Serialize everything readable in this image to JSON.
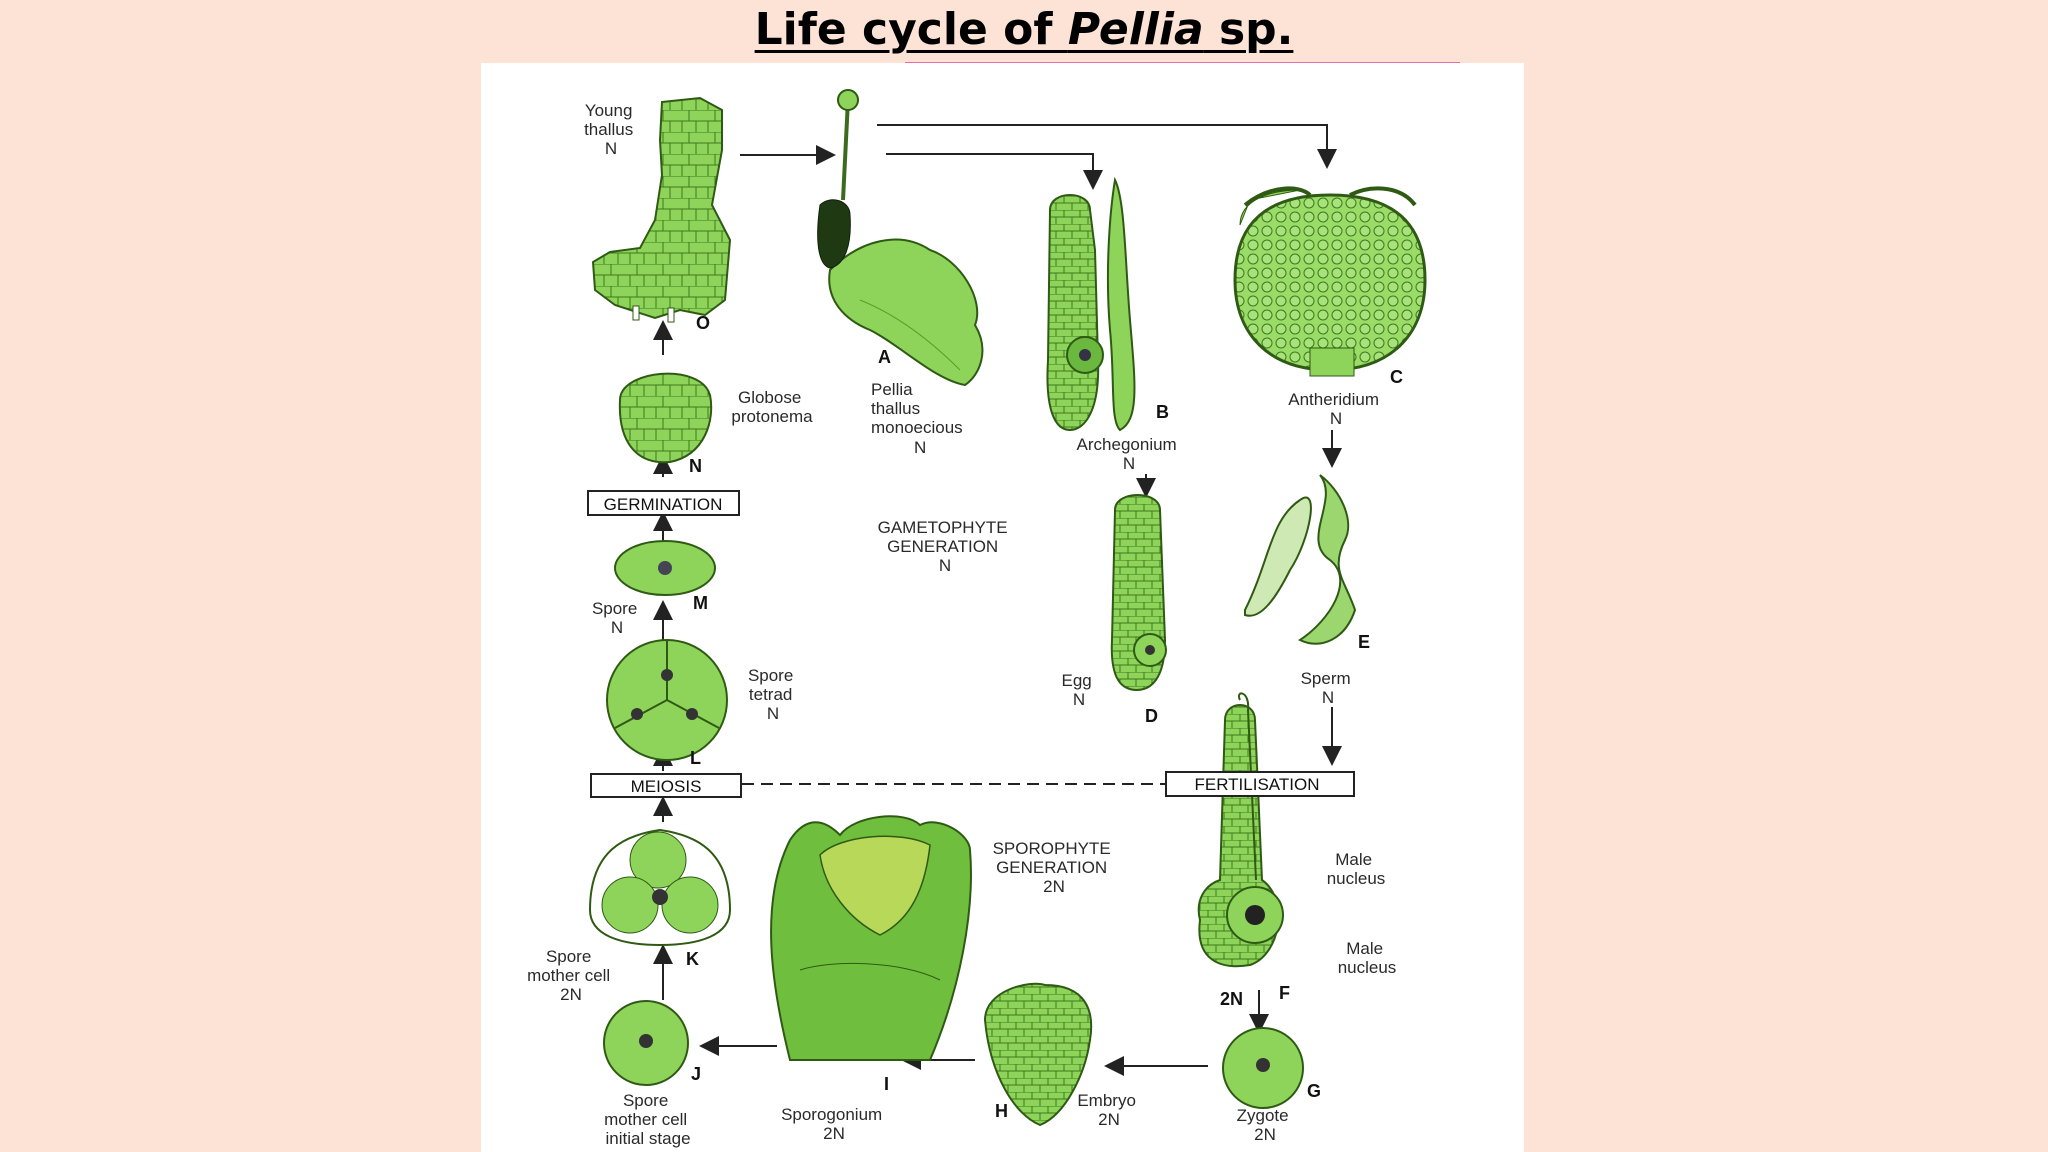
{
  "slide": {
    "title_prefix": "Life cycle of ",
    "title_italic": "Pellia",
    "title_suffix": " sp."
  },
  "diagram": {
    "stages": {
      "O": {
        "letter": "O",
        "label": [
          "Young",
          "thallus",
          "N"
        ]
      },
      "A": {
        "letter": "A",
        "label": [
          "Pellia",
          "thallus",
          "monoecious",
          "N"
        ]
      },
      "B": {
        "letter": "B",
        "label": [
          "Archegonium",
          "N"
        ]
      },
      "C": {
        "letter": "C",
        "label": [
          "Antheridium",
          "N"
        ]
      },
      "N": {
        "letter": "N",
        "label": [
          "Globose",
          "protonema"
        ]
      },
      "M": {
        "letter": "M",
        "label": [
          "Spore",
          "N"
        ]
      },
      "L": {
        "letter": "L",
        "label": [
          "Spore",
          "tetrad",
          "N"
        ]
      },
      "D": {
        "letter": "D",
        "label": [
          "Egg",
          "N"
        ]
      },
      "E": {
        "letter": "E",
        "label": [
          "Sperm",
          "N"
        ]
      },
      "F": {
        "letter": "F",
        "label": [
          "2N"
        ]
      },
      "K": {
        "letter": "K",
        "label": [
          "Spore",
          "mother cell",
          "2N"
        ]
      },
      "J": {
        "letter": "J",
        "label": [
          "Spore",
          "mother cell",
          "initial stage"
        ]
      },
      "I": {
        "letter": "I",
        "label": [
          "Sporogonium",
          "2N"
        ]
      },
      "H": {
        "letter": "H",
        "label": [
          "Embryo",
          "2N"
        ]
      },
      "G": {
        "letter": "G",
        "label": [
          "Zygote",
          "2N"
        ]
      }
    },
    "male_nucleus_1": [
      "Male",
      "nucleus"
    ],
    "male_nucleus_2": [
      "Male",
      "nucleus"
    ],
    "gametophyte": [
      "GAMETOPHYTE",
      "GENERATION",
      "N"
    ],
    "sporophyte": [
      "SPOROPHYTE",
      "GENERATION",
      "2N"
    ],
    "boxes": {
      "germination": "GERMINATION",
      "meiosis": "MEIOSIS",
      "fertilisation": "FERTILISATION"
    },
    "colors": {
      "cell_fill": "#8fd45a",
      "cell_light": "#bfe89a",
      "cell_stroke": "#2f5a14",
      "dark_capsule": "#1f3a12",
      "arrow": "#222222"
    }
  }
}
